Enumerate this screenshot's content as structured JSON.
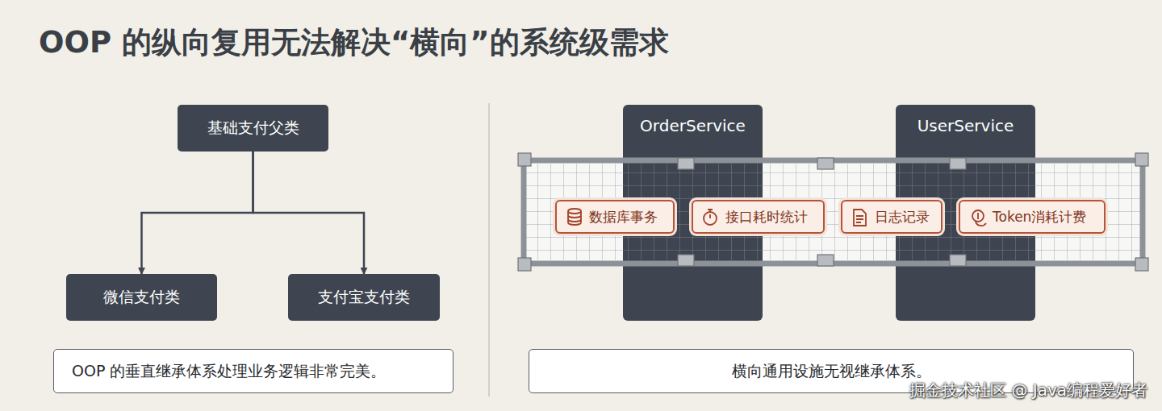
{
  "diagram": {
    "title": "OOP 的纵向复用无法解决“横向”的系统级需求",
    "nodes": [
      {
        "text": [
          "基础支付父类"
        ]
      },
      {
        "text": [
          "微信支付类"
        ]
      },
      {
        "text": [
          "支付宝支付类"
        ]
      },
      {
        "text": [
          "OOP 的垂直继承体系处理业务逻辑非常完美。"
        ]
      },
      {
        "text": [
          "OrderService"
        ]
      },
      {
        "text": [
          "UserService"
        ]
      },
      {
        "text": [
          "数据库事务"
        ]
      },
      {
        "text": [
          "接口耗时统计"
        ]
      },
      {
        "text": [
          "日志记录"
        ]
      },
      {
        "text": [
          "Token消耗计费"
        ]
      },
      {
        "text": [
          "横向通用设施无视继承体系。"
        ]
      }
    ],
    "edges": [
      {
        "from": 0,
        "to": 1,
        "arrow": "to"
      },
      {
        "from": 0,
        "to": 2,
        "arrow": "to"
      }
    ],
    "labels": [
      "掘金技术社区 @ Java编程爱好者"
    ]
  }
}
